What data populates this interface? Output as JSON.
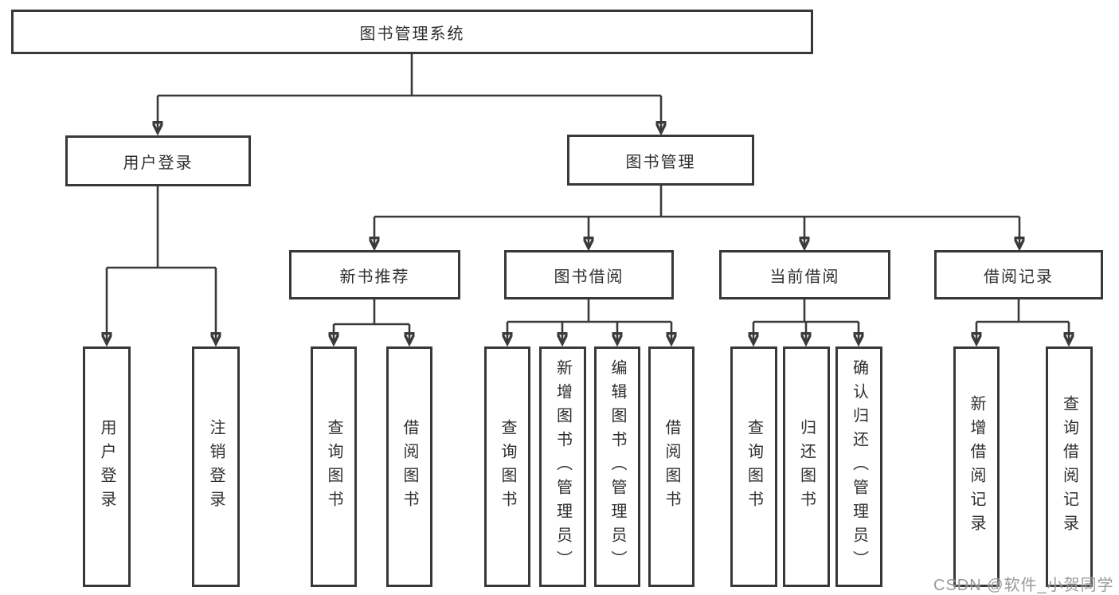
{
  "diagram": {
    "root": "图书管理系统",
    "level2": [
      "用户登录",
      "图书管理"
    ],
    "level3": [
      "新书推荐",
      "图书借阅",
      "当前借阅",
      "借阅记录"
    ],
    "leaves": {
      "user_login": [
        "用户登录",
        "注销登录"
      ],
      "new_book_rec": [
        "查询图书",
        "借阅图书"
      ],
      "book_borrow": [
        "查询图书",
        "新增图书（管理员）",
        "编辑图书（管理员）",
        "借阅图书"
      ],
      "current_borrow": [
        "查询图书",
        "归还图书",
        "确认归还（管理员）"
      ],
      "borrow_records": [
        "新增借阅记录",
        "查询借阅记录"
      ]
    }
  },
  "watermark": "CSDN @软件_小贺同学",
  "colors": {
    "line": "#3a3a3a",
    "box_border": "#383838",
    "text": "#2f2f2f",
    "background": "#ffffff",
    "watermark": "#8c8c8c"
  }
}
